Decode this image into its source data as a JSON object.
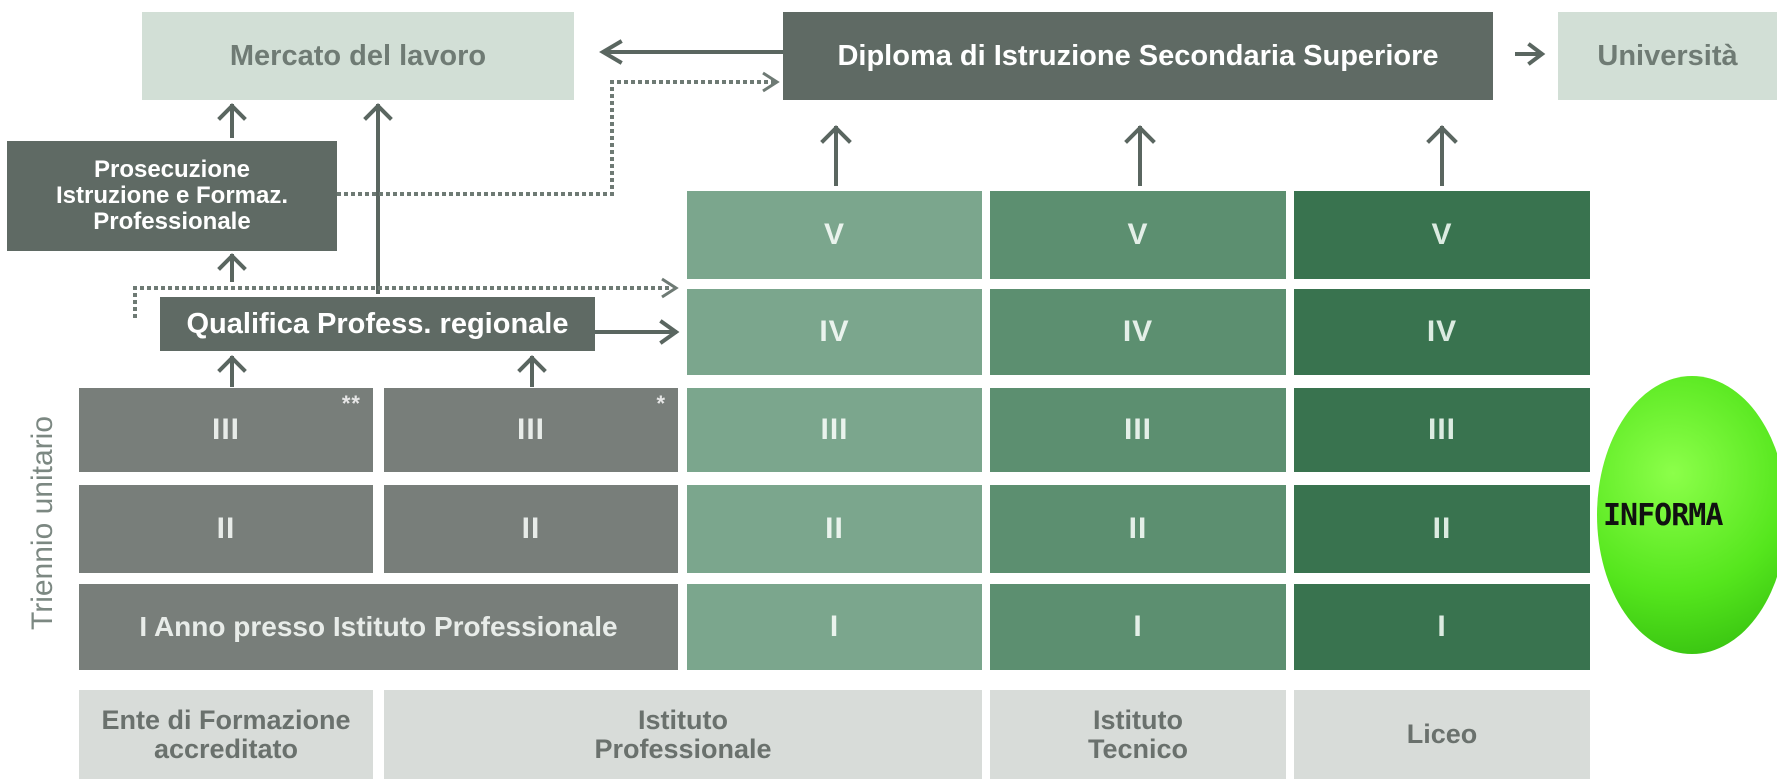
{
  "top": {
    "mercato": "Mercato del lavoro",
    "diploma": "Diploma di Istruzione Secondaria Superiore",
    "universita": "Università"
  },
  "prosecuzione": [
    "Prosecuzione",
    "Istruzione e Formaz.",
    "Professionale"
  ],
  "qualifica": "Qualifica Profess. regionale",
  "triennio_label": "Triennio unitario",
  "ente_cells": {
    "iii": "III",
    "ii": "II",
    "stars": "**"
  },
  "ip_cells": {
    "iii": "III",
    "ii": "II",
    "stars": "*"
  },
  "first_year": "I Anno presso Istituto Professionale",
  "columns": {
    "professionale": [
      "V",
      "IV",
      "III",
      "II",
      "I"
    ],
    "tecnico": [
      "V",
      "IV",
      "III",
      "II",
      "I"
    ],
    "liceo": [
      "V",
      "IV",
      "III",
      "II",
      "I"
    ]
  },
  "bottom": {
    "ente": [
      "Ente di Formazione",
      "accreditato"
    ],
    "ip": [
      "Istituto",
      "Professionale"
    ],
    "it": [
      "Istituto",
      "Tecnico"
    ],
    "liceo": [
      "Liceo"
    ]
  },
  "badge": "INFORMA",
  "colors": {
    "dark": "#5f6a64",
    "light": "#d2dfd6",
    "professionale": "#7ba68d",
    "tecnico": "#5c8f70",
    "liceo": "#39734f",
    "badge": "#55e61d"
  }
}
